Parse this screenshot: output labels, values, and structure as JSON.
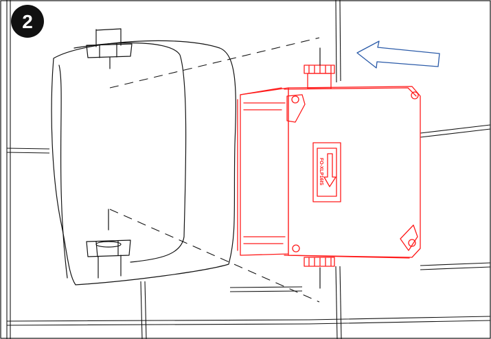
{
  "figure": {
    "step_number": "2",
    "box_label": "FO-XLP16IS",
    "colors": {
      "outline": "#111111",
      "device": "#ff1a1a",
      "arrow": "#2a5aa8",
      "badge": "#111111"
    },
    "icons": [
      "step-badge",
      "insertion-arrow-icon",
      "flow-direction-arrow-icon"
    ]
  }
}
